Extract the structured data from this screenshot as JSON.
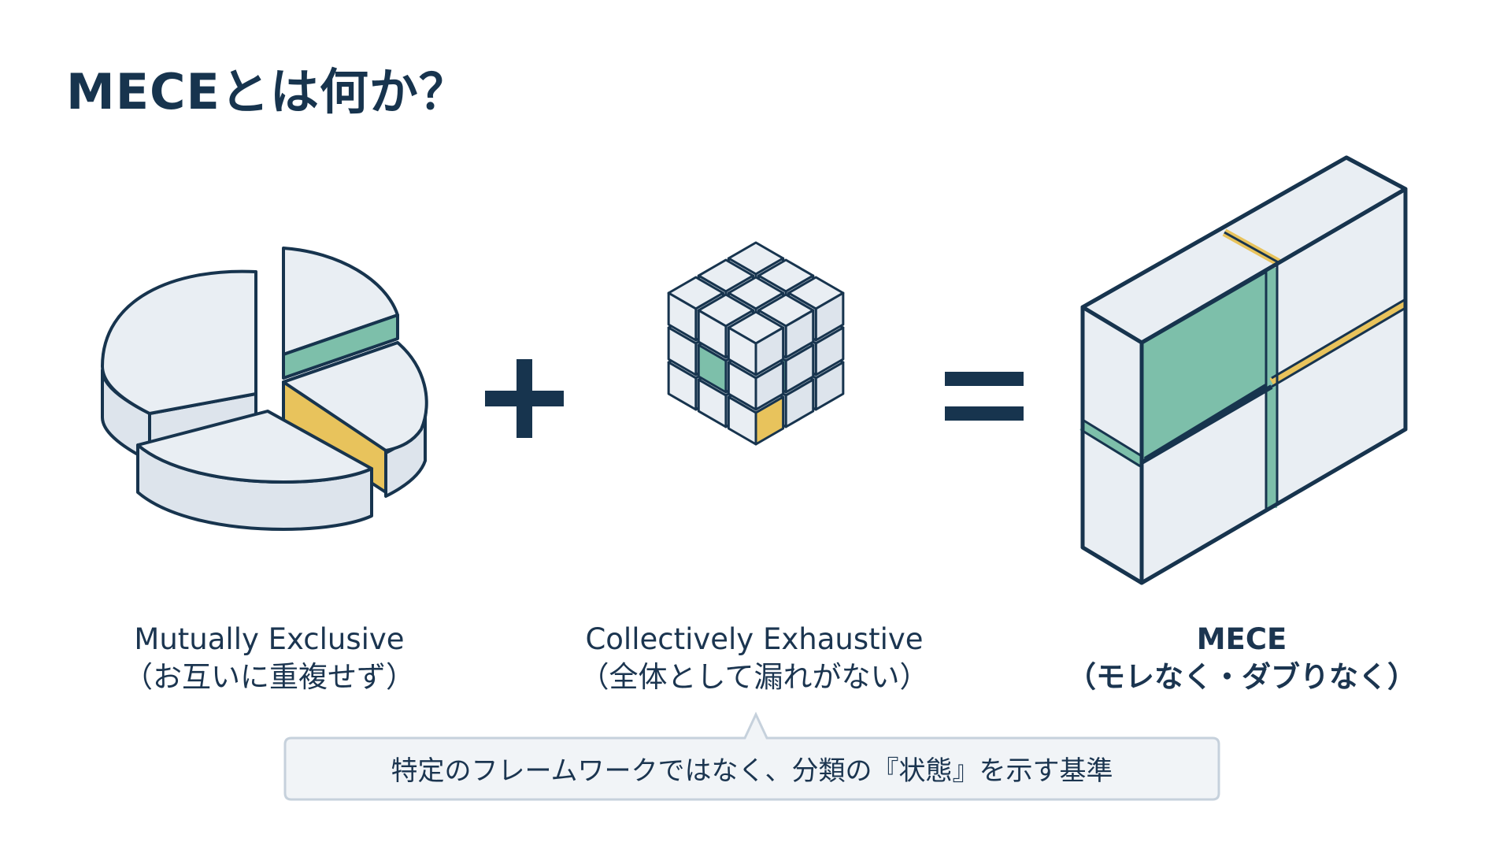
{
  "title": "MECEとは何か？",
  "sections": [
    {
      "label": "Mutually Exclusive",
      "sublabel": "（お互いに重複せず）"
    },
    {
      "label": "Collectively Exhaustive",
      "sublabel": "（全体として漏れがない）"
    },
    {
      "label": "MECE",
      "sublabel": "（モレなく・ダブりなく）"
    }
  ],
  "note": "特定のフレームワークではなく、分類の『状態』を示す基準",
  "colors": {
    "ink": "#17344e",
    "fill_light": "#e9eef3",
    "fill_side": "#dde4ec",
    "accent_teal": "#7dbfaa",
    "accent_yellow": "#e8c35c"
  },
  "operators": [
    "plus-icon",
    "equals-icon"
  ]
}
